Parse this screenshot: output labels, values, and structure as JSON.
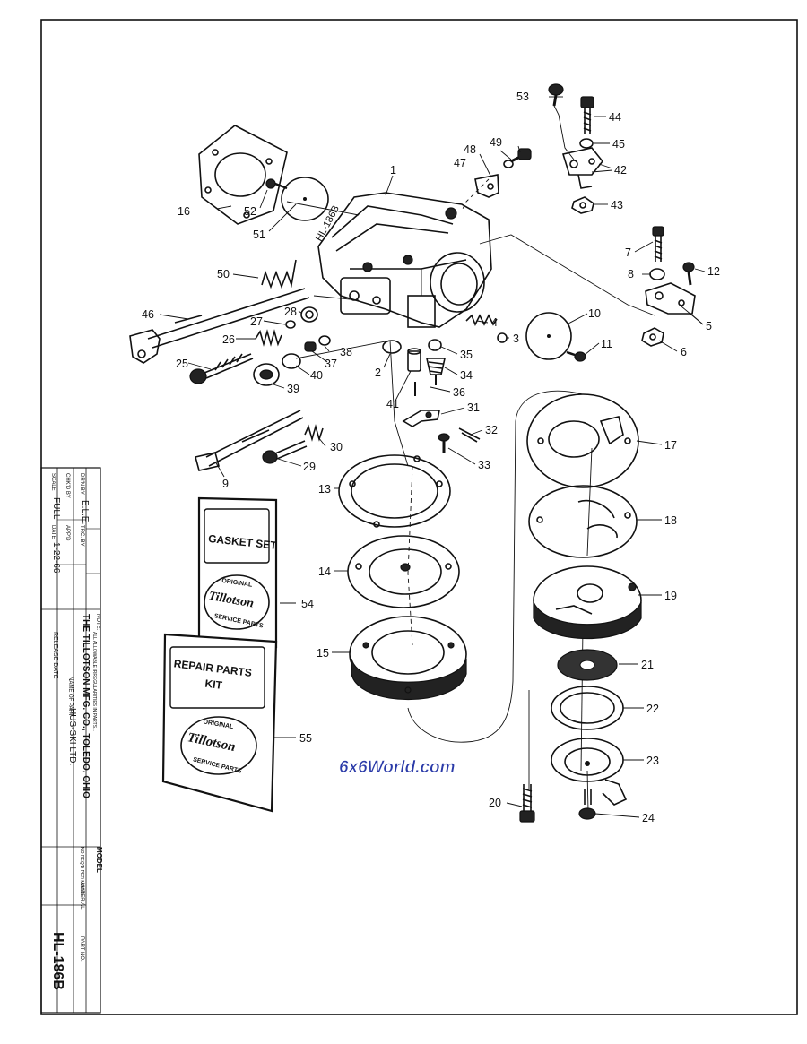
{
  "title_block": {
    "company": "THE TILLOTSON MFG. CO., TOLEDO, OHIO",
    "name_of_part_label": "NAME OF PART",
    "name_of_part": "HUS-SKI LTD.",
    "model_label": "MODEL",
    "part_no_label": "PART NO.",
    "part_no": "HL-186B",
    "notes_label": "NOTE:",
    "notes_line1": "ALL ALLOWABLE IRREGULARITIES IN PARTS...",
    "notes_line2": "NO REQ'D PER MODEL",
    "material_label": "MATERIAL",
    "release_date_label": "RELEASE DATE",
    "scale_label": "SCALE",
    "scale": "FULL",
    "date_label": "DATE",
    "date": "1-22-66",
    "drawn_by_label": "DR'N BY",
    "drawn_by": "E.L.E.",
    "chkd_by_label": "CHK'D BY",
    "apprd_label": "APP'D",
    "trc_by_label": "TRC. BY"
  },
  "watermark": "6x6World.com",
  "body_marking": "HL-186B",
  "cards": {
    "gasket_set": {
      "title": "GASKET SET",
      "brand": "Tillotson",
      "top_arc": "ORIGINAL",
      "bottom_arc": "SERVICE PARTS"
    },
    "repair_kit": {
      "title_line1": "REPAIR PARTS",
      "title_line2": "KIT",
      "brand": "Tillotson",
      "top_arc": "ORIGINAL",
      "bottom_arc": "SERVICE PARTS"
    }
  },
  "callouts": [
    "1",
    "2",
    "3",
    "4",
    "5",
    "6",
    "7",
    "8",
    "9",
    "10",
    "11",
    "12",
    "13",
    "14",
    "15",
    "16",
    "17",
    "18",
    "19",
    "20",
    "21",
    "22",
    "23",
    "24",
    "25",
    "26",
    "27",
    "28",
    "29",
    "30",
    "31",
    "32",
    "33",
    "34",
    "35",
    "36",
    "37",
    "38",
    "39",
    "40",
    "41",
    "42",
    "43",
    "44",
    "45",
    "46",
    "47",
    "48",
    "49",
    "50",
    "51",
    "52",
    "53",
    "54",
    "55"
  ],
  "colors": {
    "ink": "#111111",
    "paper": "#ffffff",
    "watermark": "#2a3aa8"
  }
}
